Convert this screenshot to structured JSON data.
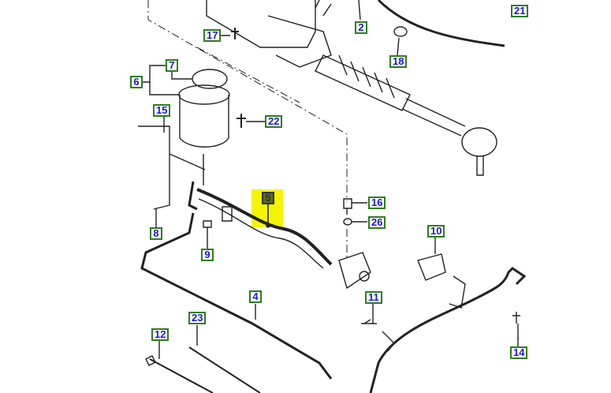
{
  "callouts": [
    {
      "id": "21",
      "color": "#2e7d1e"
    },
    {
      "id": "2"
    },
    {
      "id": "17"
    },
    {
      "id": "18"
    },
    {
      "id": "7"
    },
    {
      "id": "6"
    },
    {
      "id": "15"
    },
    {
      "id": "22"
    },
    {
      "id": "5",
      "highlighted": true,
      "highlight_color": "#f5f500"
    },
    {
      "id": "16"
    },
    {
      "id": "26"
    },
    {
      "id": "8"
    },
    {
      "id": "9"
    },
    {
      "id": "10"
    },
    {
      "id": "4"
    },
    {
      "id": "11"
    },
    {
      "id": "23"
    },
    {
      "id": "12"
    },
    {
      "id": "14"
    }
  ],
  "colors": {
    "label_border": "#2e7d1e",
    "label_text": "#1a1acc",
    "highlight": "#f5f500"
  }
}
